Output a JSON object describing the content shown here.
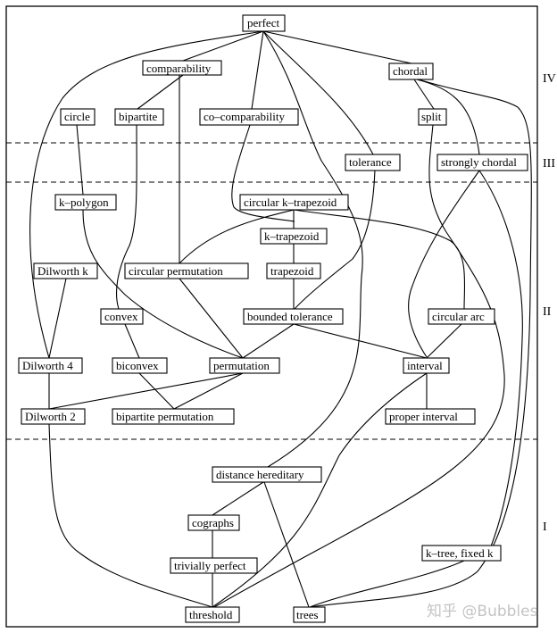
{
  "diagram": {
    "title": "Inclusion hierarchy of graph classes",
    "levels": [
      {
        "id": "IV",
        "label": "IV"
      },
      {
        "id": "III",
        "label": "III"
      },
      {
        "id": "II",
        "label": "II"
      },
      {
        "id": "I",
        "label": "I"
      }
    ],
    "nodes": [
      {
        "id": "perfect",
        "label": "perfect",
        "level": "IV"
      },
      {
        "id": "comparability",
        "label": "comparability",
        "level": "IV"
      },
      {
        "id": "chordal",
        "label": "chordal",
        "level": "IV"
      },
      {
        "id": "circle",
        "label": "circle",
        "level": "IV"
      },
      {
        "id": "bipartite",
        "label": "bipartite",
        "level": "IV"
      },
      {
        "id": "co_comparability",
        "label": "co–comparability",
        "level": "IV"
      },
      {
        "id": "split",
        "label": "split",
        "level": "IV"
      },
      {
        "id": "tolerance",
        "label": "tolerance",
        "level": "III"
      },
      {
        "id": "strongly_chordal",
        "label": "strongly chordal",
        "level": "III"
      },
      {
        "id": "k_polygon",
        "label": "k–polygon",
        "level": "II"
      },
      {
        "id": "circular_k_trapezoid",
        "label": "circular k–trapezoid",
        "level": "II"
      },
      {
        "id": "k_trapezoid",
        "label": "k–trapezoid",
        "level": "II"
      },
      {
        "id": "dilworth_k",
        "label": "Dilworth k",
        "level": "II"
      },
      {
        "id": "circular_permutation",
        "label": "circular permutation",
        "level": "II"
      },
      {
        "id": "trapezoid",
        "label": "trapezoid",
        "level": "II"
      },
      {
        "id": "convex",
        "label": "convex",
        "level": "II"
      },
      {
        "id": "bounded_tolerance",
        "label": "bounded tolerance",
        "level": "II"
      },
      {
        "id": "circular_arc",
        "label": "circular arc",
        "level": "II"
      },
      {
        "id": "dilworth_4",
        "label": "Dilworth 4",
        "level": "II"
      },
      {
        "id": "biconvex",
        "label": "biconvex",
        "level": "II"
      },
      {
        "id": "permutation",
        "label": "permutation",
        "level": "II"
      },
      {
        "id": "interval",
        "label": "interval",
        "level": "II"
      },
      {
        "id": "dilworth_2",
        "label": "Dilworth 2",
        "level": "II"
      },
      {
        "id": "bipartite_permutation",
        "label": "bipartite permutation",
        "level": "II"
      },
      {
        "id": "proper_interval",
        "label": "proper interval",
        "level": "II"
      },
      {
        "id": "distance_hereditary",
        "label": "distance hereditary",
        "level": "I"
      },
      {
        "id": "cographs",
        "label": "cographs",
        "level": "I"
      },
      {
        "id": "k_tree_fixed_k",
        "label": "k–tree, fixed k",
        "level": "I"
      },
      {
        "id": "trivially_perfect",
        "label": "trivially perfect",
        "level": "I"
      },
      {
        "id": "threshold",
        "label": "threshold",
        "level": "I"
      },
      {
        "id": "trees",
        "label": "trees",
        "level": "I"
      }
    ],
    "edges": [
      {
        "from": "perfect",
        "to": "comparability"
      },
      {
        "from": "perfect",
        "to": "co_comparability"
      },
      {
        "from": "perfect",
        "to": "chordal"
      },
      {
        "from": "perfect",
        "to": "dilworth_4"
      },
      {
        "from": "perfect",
        "to": "tolerance"
      },
      {
        "from": "perfect",
        "to": "distance_hereditary"
      },
      {
        "from": "comparability",
        "to": "bipartite"
      },
      {
        "from": "comparability",
        "to": "circular_permutation"
      },
      {
        "from": "chordal",
        "to": "split"
      },
      {
        "from": "chordal",
        "to": "strongly_chordal"
      },
      {
        "from": "chordal",
        "to": "trees"
      },
      {
        "from": "circle",
        "to": "k_polygon"
      },
      {
        "from": "bipartite",
        "to": "convex"
      },
      {
        "from": "co_comparability",
        "to": "k_trapezoid"
      },
      {
        "from": "split",
        "to": "threshold"
      },
      {
        "from": "tolerance",
        "to": "bounded_tolerance"
      },
      {
        "from": "strongly_chordal",
        "to": "interval"
      },
      {
        "from": "strongly_chordal",
        "to": "k_tree_fixed_k"
      },
      {
        "from": "k_polygon",
        "to": "permutation"
      },
      {
        "from": "circular_k_trapezoid",
        "to": "k_trapezoid"
      },
      {
        "from": "circular_k_trapezoid",
        "to": "circular_permutation"
      },
      {
        "from": "circular_k_trapezoid",
        "to": "circular_arc"
      },
      {
        "from": "k_trapezoid",
        "to": "trapezoid"
      },
      {
        "from": "dilworth_k",
        "to": "dilworth_4"
      },
      {
        "from": "circular_permutation",
        "to": "permutation"
      },
      {
        "from": "trapezoid",
        "to": "bounded_tolerance"
      },
      {
        "from": "convex",
        "to": "biconvex"
      },
      {
        "from": "bounded_tolerance",
        "to": "permutation"
      },
      {
        "from": "bounded_tolerance",
        "to": "interval"
      },
      {
        "from": "circular_arc",
        "to": "interval"
      },
      {
        "from": "dilworth_4",
        "to": "dilworth_2"
      },
      {
        "from": "biconvex",
        "to": "bipartite_permutation"
      },
      {
        "from": "permutation",
        "to": "bipartite_permutation"
      },
      {
        "from": "permutation",
        "to": "dilworth_2"
      },
      {
        "from": "interval",
        "to": "proper_interval"
      },
      {
        "from": "interval",
        "to": "threshold"
      },
      {
        "from": "dilworth_2",
        "to": "threshold"
      },
      {
        "from": "distance_hereditary",
        "to": "cographs"
      },
      {
        "from": "distance_hereditary",
        "to": "trees"
      },
      {
        "from": "cographs",
        "to": "trivially_perfect"
      },
      {
        "from": "trivially_perfect",
        "to": "threshold"
      },
      {
        "from": "k_tree_fixed_k",
        "to": "trees"
      }
    ]
  },
  "watermark": {
    "text": "知乎 @Bubbles"
  }
}
